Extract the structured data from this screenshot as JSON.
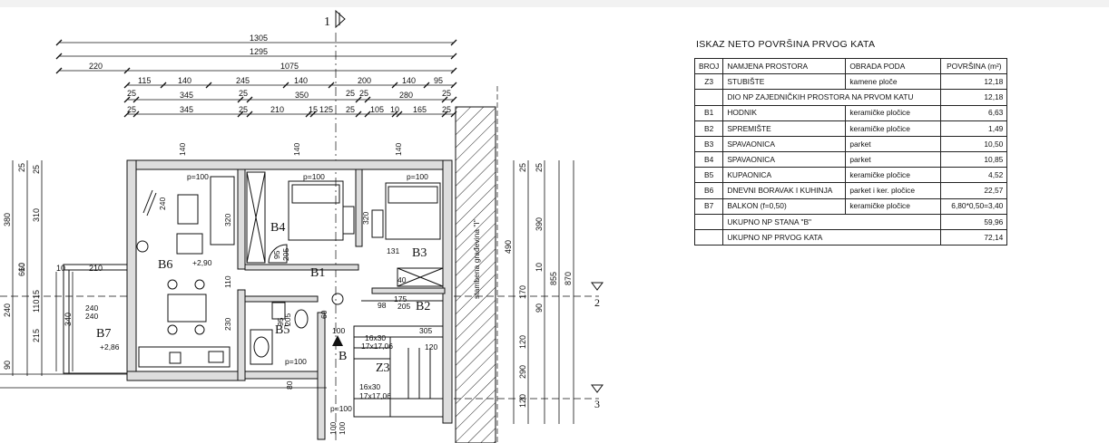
{
  "plan": {
    "section_mark": "1",
    "section_marks_right": [
      "2",
      "3"
    ],
    "top_dims": {
      "row1": [
        "1305"
      ],
      "row2": [
        "1295"
      ],
      "row3": [
        "220",
        "1075"
      ],
      "row4": [
        "115",
        "140",
        "245",
        "140",
        "200",
        "140",
        "95"
      ],
      "row5": [
        "25",
        "345",
        "25",
        "350",
        "25",
        "25",
        "280",
        "25"
      ],
      "row6": [
        "25",
        "345",
        "25",
        "210",
        "15",
        "125",
        "25",
        "105",
        "10",
        "165",
        "25"
      ]
    },
    "left_dims": [
      "380",
      "310",
      "660",
      "110",
      "240",
      "15",
      "215",
      "25",
      "90",
      "10",
      "25",
      "340",
      "210",
      "10"
    ],
    "right_dims": [
      "490",
      "390",
      "855",
      "870",
      "170",
      "90",
      "120",
      "290",
      "120",
      "25",
      "10",
      "25"
    ],
    "rooms": [
      "B1",
      "B2",
      "B3",
      "B4",
      "B5",
      "B6",
      "B7",
      "Z3",
      "B"
    ],
    "labels": {
      "p100": "p=100",
      "elev_b6": "+2,90",
      "elev_b7": "+2,86",
      "stairs1": "16x30",
      "stairs1b": "17x17,06",
      "stairs2": "16x30",
      "stairs2b": "17x17,06",
      "wall_text": "stambena građevina \"I\"",
      "d305": "305",
      "d120": "120",
      "d100": "100",
      "d131": "131",
      "d205": "205",
      "d95": "95",
      "d175": "175",
      "d240": "240",
      "d230": "230",
      "d320": "320",
      "d140": "140",
      "d80": "80",
      "d60": "60",
      "d98": "98",
      "d40": "40",
      "d110": "110"
    }
  },
  "table": {
    "title": "ISKAZ NETO POVRŠINA PRVOG KATA",
    "headers": [
      "BROJ",
      "NAMJENA PROSTORA",
      "OBRADA PODA",
      "POVRŠINA (m²)"
    ],
    "rows": [
      {
        "no": "Z3",
        "name": "STUBIŠTE",
        "floor": "kamene ploče",
        "area": "12,18"
      },
      {
        "no": "",
        "name": "DIO NP ZAJEDNIČKIH PROSTORA NA PRVOM KATU",
        "floor": "",
        "area": "12,18"
      },
      {
        "no": "B1",
        "name": "HODNIK",
        "floor": "keramičke pločice",
        "area": "6,63"
      },
      {
        "no": "B2",
        "name": "SPREMIŠTE",
        "floor": "keramičke pločice",
        "area": "1,49"
      },
      {
        "no": "B3",
        "name": "SPAVAONICA",
        "floor": "parket",
        "area": "10,50"
      },
      {
        "no": "B4",
        "name": "SPAVAONICA",
        "floor": "parket",
        "area": "10,85"
      },
      {
        "no": "B5",
        "name": "KUPAONICA",
        "floor": "keramičke pločice",
        "area": "4,52"
      },
      {
        "no": "B6",
        "name": "DNEVNI BORAVAK I KUHINJA",
        "floor": "parket i ker. pločice",
        "area": "22,57"
      },
      {
        "no": "B7",
        "name": "BALKON (f=0,50)",
        "floor": "keramičke pločice",
        "area": "6,80*0,50=3,40"
      },
      {
        "no": "",
        "name": "UKUPNO NP STANA \"B\"",
        "floor": "",
        "area": "59,96"
      },
      {
        "no": "",
        "name": "UKUPNO NP PRVOG KATA",
        "floor": "",
        "area": "72,14"
      }
    ]
  }
}
